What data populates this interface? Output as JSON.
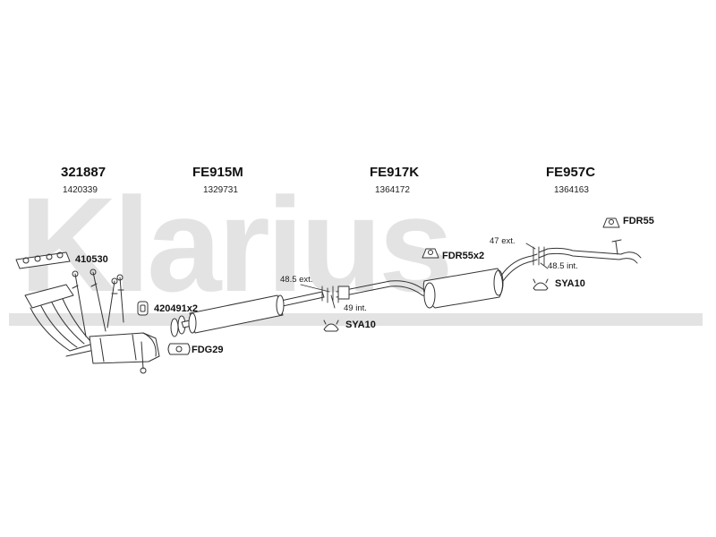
{
  "watermark": "Klarius",
  "header": [
    {
      "code": "321887",
      "ref": "1420339"
    },
    {
      "code": "FE915M",
      "ref": "1329731"
    },
    {
      "code": "FE917K",
      "ref": "1364172"
    },
    {
      "code": "FE957C",
      "ref": "1364163"
    }
  ],
  "parts": {
    "gasket": "410530",
    "mount_front": "420491x2",
    "flange_gasket": "FDG29",
    "hanger_mid": "FDR55x2",
    "hanger_rear": "FDR55",
    "clamp_front": "SYA10",
    "clamp_rear": "SYA10"
  },
  "dimensions": {
    "front_ext": "48.5 ext.",
    "front_int": "49 int.",
    "rear_ext": "47 ext.",
    "rear_int": "48.5 int."
  }
}
